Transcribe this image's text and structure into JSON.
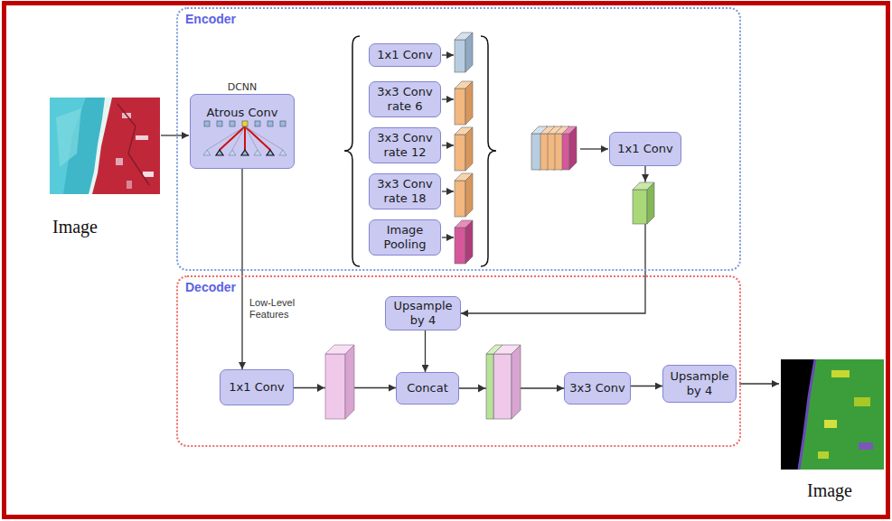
{
  "diagram": {
    "nodes": [
      {
        "text": [
          "Encoder"
        ]
      },
      {
        "text": [
          "DCNN",
          "Atrous Conv"
        ],
        "in": 0
      },
      {
        "text": [
          "1x1 Conv"
        ],
        "in": 0
      },
      {
        "text": [
          "3x3 Conv rate 6"
        ],
        "in": 0
      },
      {
        "text": [
          "3x3 Conv rate 12"
        ],
        "in": 0
      },
      {
        "text": [
          "3x3 Conv rate 18"
        ],
        "in": 0
      },
      {
        "text": [
          "Image Pooling"
        ],
        "in": 0
      },
      {
        "text": [
          "1x1 Conv"
        ],
        "in": 0
      },
      {
        "text": [
          "Decoder"
        ]
      },
      {
        "text": [
          "Upsample by 4"
        ],
        "in": 8
      },
      {
        "text": [
          "1x1 Conv"
        ],
        "in": 8
      },
      {
        "text": [
          "Concat"
        ],
        "in": 8
      },
      {
        "text": [
          "3x3 Conv"
        ],
        "in": 8
      },
      {
        "text": [
          "Upsample by 4"
        ],
        "in": 8
      }
    ],
    "edges": [
      {
        "from": 1,
        "to": 10,
        "arrow": "to",
        "label": "Low-Level Features"
      },
      {
        "from": 7,
        "to": 9,
        "arrow": "to"
      },
      {
        "from": 9,
        "to": 11,
        "arrow": "to"
      },
      {
        "from": 10,
        "to": 11,
        "arrow": "to"
      },
      {
        "from": 11,
        "to": 12,
        "arrow": "to"
      },
      {
        "from": 12,
        "to": 13,
        "arrow": "to"
      }
    ],
    "labels": [
      "Image",
      "Image"
    ]
  }
}
